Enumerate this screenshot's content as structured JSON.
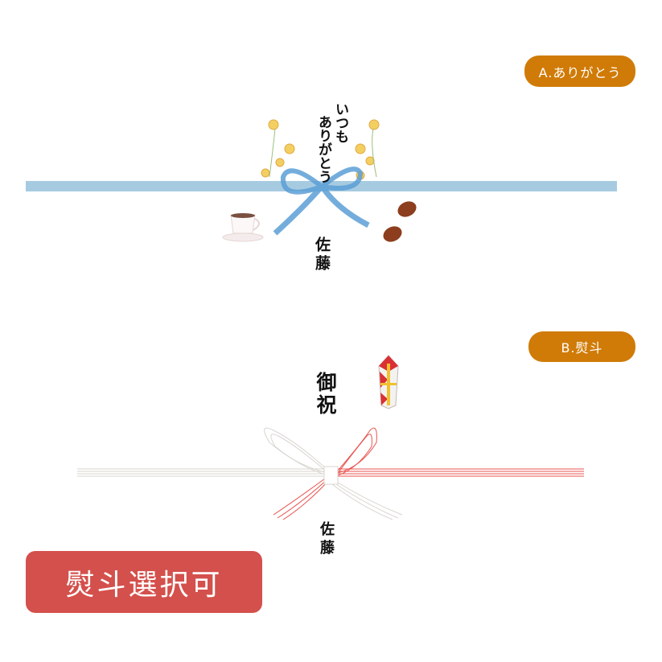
{
  "option_a": {
    "badge": "A.ありがとう",
    "message_col1": "いつも",
    "message_col2": "ありがとう",
    "name": "佐藤",
    "band_color": "#a6cbe0"
  },
  "option_b": {
    "badge": "B.熨斗",
    "title": "御祝",
    "name": "佐藤"
  },
  "cta": {
    "label": "熨斗選択可",
    "color": "#d4504c"
  },
  "accent": "#d07b07"
}
